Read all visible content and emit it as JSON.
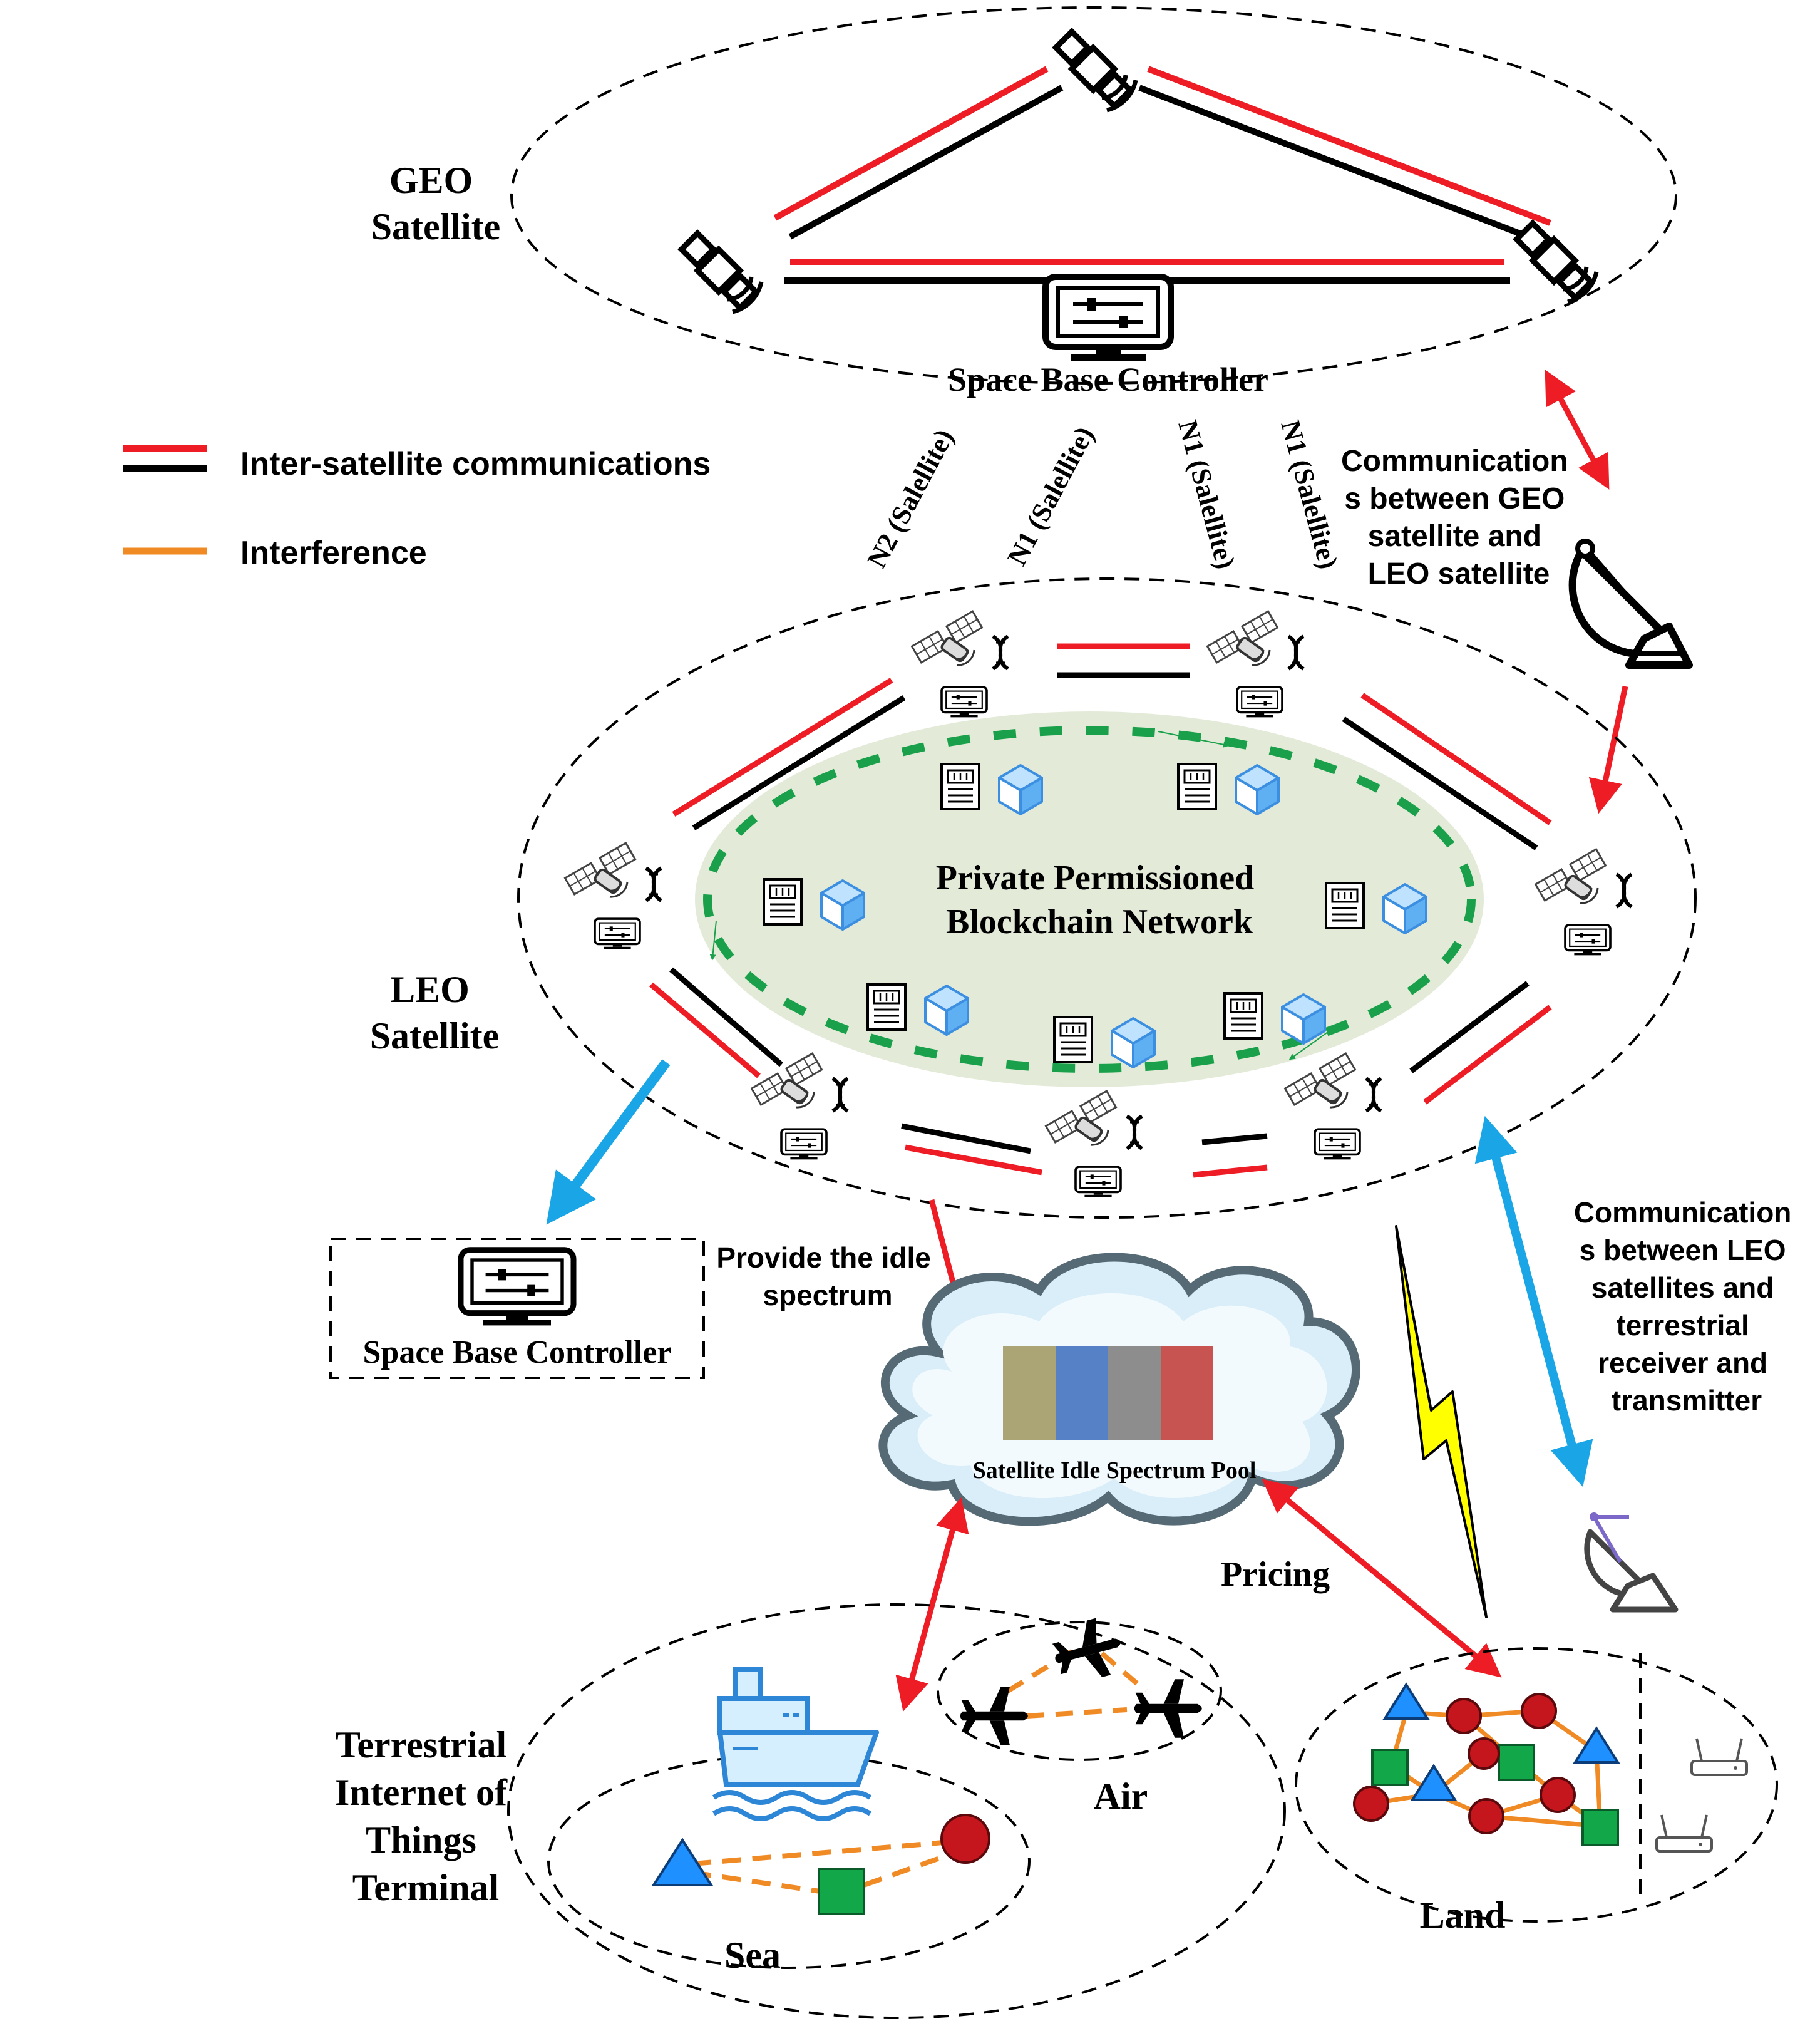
{
  "labels": {
    "geo_satellite": [
      "GEO",
      "Satellite"
    ],
    "space_base_controller": "Space Base Controller",
    "legend_inter_satellite": "Inter-satellite communications",
    "legend_interference": "Interference",
    "link_n2": "N2 (Salellite)",
    "link_n1_a": "N1 (Salellite)",
    "link_n1_b": "N1 (Salellite)",
    "link_n1_c": "N1 (Salellite)",
    "geo_leo_comm": [
      "Communication",
      "s between GEO",
      "satellite and",
      "LEO satellite"
    ],
    "blockchain": [
      "Private  Permissioned",
      "Blockchain Network"
    ],
    "leo_satellite": [
      "LEO",
      "Satellite"
    ],
    "space_base_controller_2": "Space Base Controller",
    "provide_idle": [
      "Provide the idle",
      "spectrum"
    ],
    "spectrum_pool": "Satellite  Idle  Spectrum  Pool",
    "leo_terrestrial_comm": [
      "Communication",
      "s between LEO",
      "satellites and",
      "terrestrial",
      "receiver and",
      "transmitter"
    ],
    "pricing": "Pricing",
    "terrestrial_iot": [
      "Terrestrial",
      "Internet of",
      "Things",
      "Terminal"
    ],
    "air": "Air",
    "sea": "Sea",
    "land": "Land"
  },
  "colors": {
    "link_red": "#ee1c24",
    "link_black": "#000000",
    "interference": "#f08a24",
    "comm_blue": "#1aa6e6",
    "blockchain_fill": "#e3ebd8",
    "blockchain_ring": "#1aa04a",
    "spectrum_bands": [
      "#aba576",
      "#5681c6",
      "#8d8d8d",
      "#c85452"
    ],
    "node_triangle": "#1e90ff",
    "node_square": "#12a84a",
    "node_circle": "#c4161c",
    "lightning": "#ffff00"
  },
  "icons": {
    "geo_satellites": "satellite-icon",
    "controller": "monitor-controller-icon",
    "dish": "satellite-dish-icon",
    "dna": "dna-icon",
    "ledger": "ledger-document-icon",
    "block": "cube-block-icon",
    "ship": "ship-icon",
    "plane": "airplane-icon",
    "router": "router-icon",
    "lightning": "lightning-bolt-icon"
  }
}
